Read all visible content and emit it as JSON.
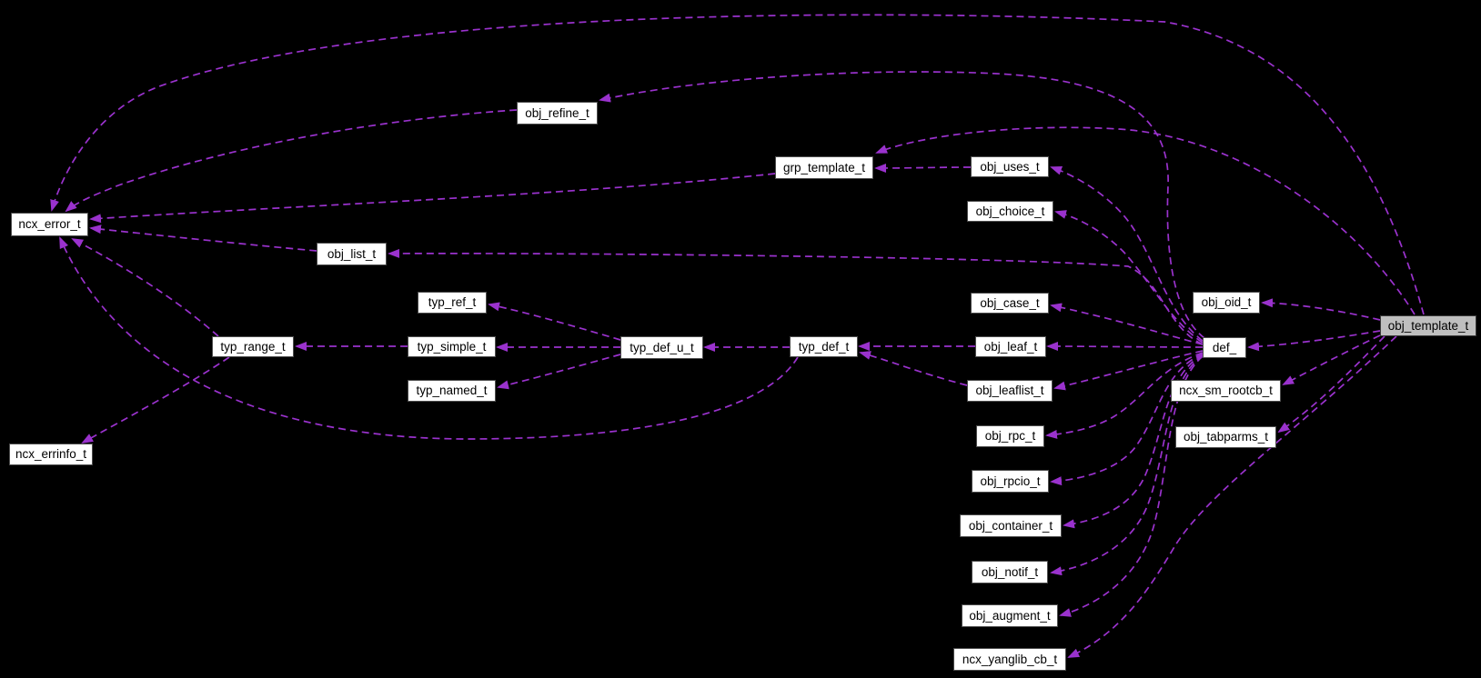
{
  "diagram": {
    "type": "doxygen-collaboration-graph",
    "focus_node": "obj_template_t",
    "colors": {
      "background": "#000000",
      "node_fill": "#ffffff",
      "node_border": "#4d4d4d",
      "focus_node_fill": "#bfbfbf",
      "edge": "#9a32cd"
    }
  },
  "graph": {
    "nodes": [
      {
        "id": "ncx_error_t",
        "label": "ncx_error_t",
        "highlight": false
      },
      {
        "id": "obj_refine_t",
        "label": "obj_refine_t",
        "highlight": false
      },
      {
        "id": "grp_template_t",
        "label": "grp_template_t",
        "highlight": false
      },
      {
        "id": "obj_uses_t",
        "label": "obj_uses_t",
        "highlight": false
      },
      {
        "id": "obj_choice_t",
        "label": "obj_choice_t",
        "highlight": false
      },
      {
        "id": "obj_list_t",
        "label": "obj_list_t",
        "highlight": false
      },
      {
        "id": "typ_ref_t",
        "label": "typ_ref_t",
        "highlight": false
      },
      {
        "id": "obj_case_t",
        "label": "obj_case_t",
        "highlight": false
      },
      {
        "id": "obj_oid_t",
        "label": "obj_oid_t",
        "highlight": false
      },
      {
        "id": "obj_template_t",
        "label": "obj_template_t",
        "highlight": true
      },
      {
        "id": "typ_range_t",
        "label": "typ_range_t",
        "highlight": false
      },
      {
        "id": "typ_simple_t",
        "label": "typ_simple_t",
        "highlight": false
      },
      {
        "id": "typ_def_u_t",
        "label": "typ_def_u_t",
        "highlight": false
      },
      {
        "id": "typ_def_t",
        "label": "typ_def_t",
        "highlight": false
      },
      {
        "id": "obj_leaf_t",
        "label": "obj_leaf_t",
        "highlight": false
      },
      {
        "id": "def_",
        "label": "def_",
        "highlight": false
      },
      {
        "id": "typ_named_t",
        "label": "typ_named_t",
        "highlight": false
      },
      {
        "id": "obj_leaflist_t",
        "label": "obj_leaflist_t",
        "highlight": false
      },
      {
        "id": "ncx_sm_rootcb_t",
        "label": "ncx_sm_rootcb_t",
        "highlight": false
      },
      {
        "id": "obj_rpc_t",
        "label": "obj_rpc_t",
        "highlight": false
      },
      {
        "id": "obj_tabparms_t",
        "label": "obj_tabparms_t",
        "highlight": false
      },
      {
        "id": "ncx_errinfo_t",
        "label": "ncx_errinfo_t",
        "highlight": false
      },
      {
        "id": "obj_rpcio_t",
        "label": "obj_rpcio_t",
        "highlight": false
      },
      {
        "id": "obj_container_t",
        "label": "obj_container_t",
        "highlight": false
      },
      {
        "id": "obj_notif_t",
        "label": "obj_notif_t",
        "highlight": false
      },
      {
        "id": "obj_augment_t",
        "label": "obj_augment_t",
        "highlight": false
      },
      {
        "id": "ncx_yanglib_cb_t",
        "label": "ncx_yanglib_cb_t",
        "highlight": false
      }
    ],
    "edges": [
      {
        "from": "obj_template_t",
        "to": "ncx_error_t"
      },
      {
        "from": "obj_template_t",
        "to": "grp_template_t"
      },
      {
        "from": "obj_template_t",
        "to": "obj_oid_t"
      },
      {
        "from": "obj_template_t",
        "to": "def_"
      },
      {
        "from": "obj_template_t",
        "to": "ncx_sm_rootcb_t"
      },
      {
        "from": "obj_template_t",
        "to": "obj_tabparms_t"
      },
      {
        "from": "obj_template_t",
        "to": "ncx_yanglib_cb_t"
      },
      {
        "from": "def_",
        "to": "obj_refine_t"
      },
      {
        "from": "def_",
        "to": "obj_uses_t"
      },
      {
        "from": "def_",
        "to": "obj_choice_t"
      },
      {
        "from": "def_",
        "to": "obj_list_t"
      },
      {
        "from": "def_",
        "to": "obj_case_t"
      },
      {
        "from": "def_",
        "to": "obj_leaf_t"
      },
      {
        "from": "def_",
        "to": "obj_leaflist_t"
      },
      {
        "from": "def_",
        "to": "obj_rpc_t"
      },
      {
        "from": "def_",
        "to": "obj_rpcio_t"
      },
      {
        "from": "def_",
        "to": "obj_container_t"
      },
      {
        "from": "def_",
        "to": "obj_notif_t"
      },
      {
        "from": "def_",
        "to": "obj_augment_t"
      },
      {
        "from": "obj_uses_t",
        "to": "grp_template_t"
      },
      {
        "from": "obj_refine_t",
        "to": "ncx_error_t"
      },
      {
        "from": "grp_template_t",
        "to": "ncx_error_t"
      },
      {
        "from": "obj_list_t",
        "to": "ncx_error_t"
      },
      {
        "from": "typ_range_t",
        "to": "ncx_error_t"
      },
      {
        "from": "typ_def_t",
        "to": "ncx_error_t"
      },
      {
        "from": "typ_range_t",
        "to": "ncx_errinfo_t"
      },
      {
        "from": "typ_simple_t",
        "to": "typ_range_t"
      },
      {
        "from": "typ_def_u_t",
        "to": "typ_ref_t"
      },
      {
        "from": "typ_def_u_t",
        "to": "typ_simple_t"
      },
      {
        "from": "typ_def_u_t",
        "to": "typ_named_t"
      },
      {
        "from": "typ_def_t",
        "to": "typ_def_u_t"
      },
      {
        "from": "obj_leaf_t",
        "to": "typ_def_t"
      },
      {
        "from": "obj_leaflist_t",
        "to": "typ_def_t"
      }
    ]
  }
}
